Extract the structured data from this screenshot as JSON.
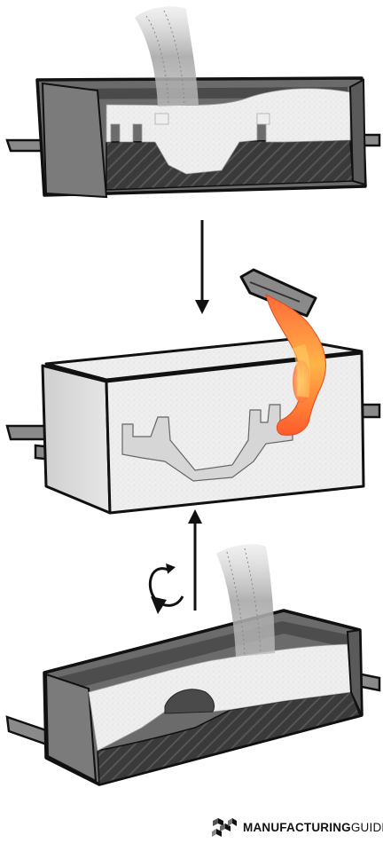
{
  "brand": {
    "name_bold": "MANUFACTURING",
    "name_light": "GUIDE",
    "logo_icon": "cube-cluster-icon"
  },
  "diagram": {
    "steps": [
      {
        "id": "top-flask",
        "description_icon": "sand-pour-into-flask"
      },
      {
        "id": "middle-flask",
        "description_icon": "molten-metal-pour"
      },
      {
        "id": "bottom-flask",
        "description_icon": "sand-pour-into-drag"
      }
    ],
    "arrows": [
      {
        "id": "arrow-down",
        "direction": "down"
      },
      {
        "id": "arrow-up",
        "direction": "up"
      },
      {
        "id": "rotate-icon",
        "direction": "rotate"
      }
    ],
    "colors": {
      "frame_dark": "#4a4a4a",
      "frame_mid": "#8a8a8a",
      "frame_light": "#b8b8b8",
      "sand": "#ebebeb",
      "pattern": "#d8d8d8",
      "metal_hot": "#ff5a2c",
      "metal_glow": "#ffb347",
      "outline": "#111111"
    }
  }
}
